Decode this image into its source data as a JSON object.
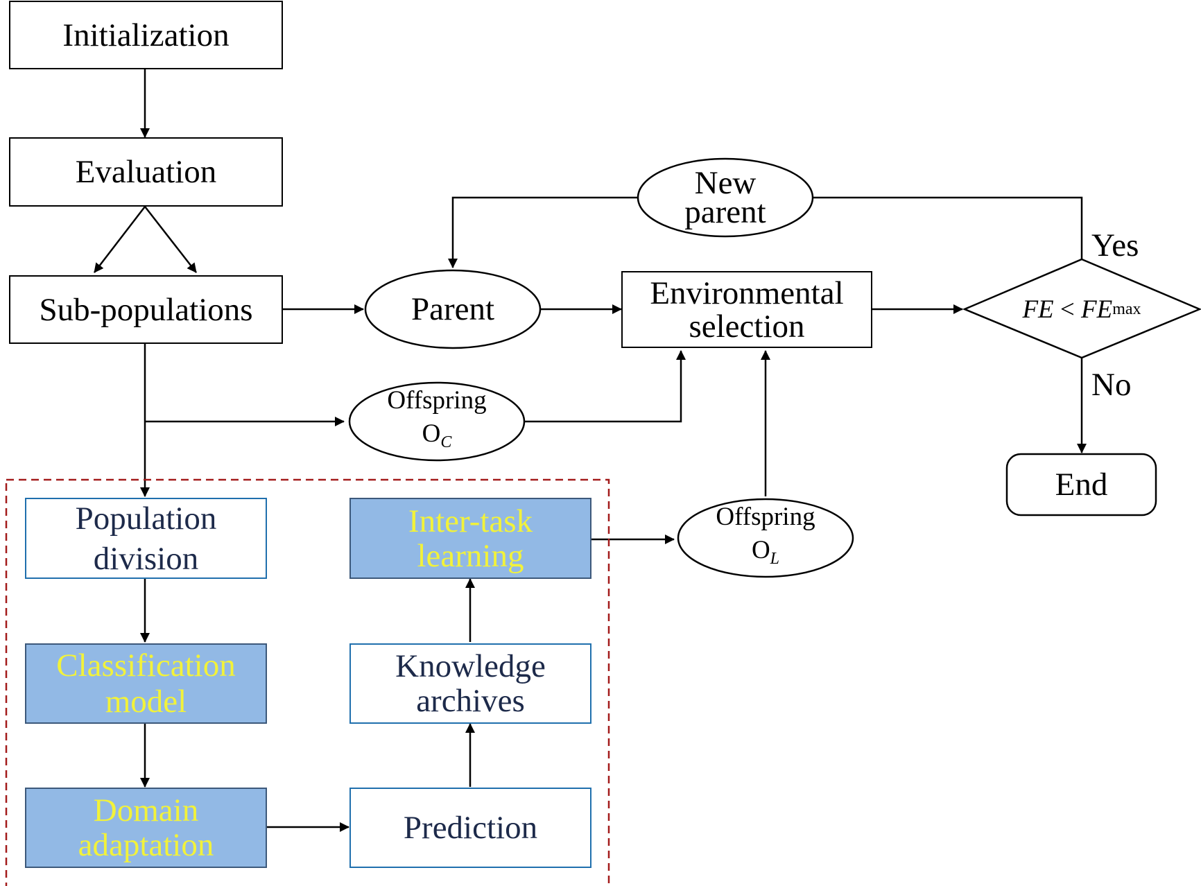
{
  "nodes": {
    "initialization": "Initialization",
    "evaluation": "Evaluation",
    "sub_populations": "Sub-populations",
    "parent": "Parent",
    "new_parent": [
      "New",
      "parent"
    ],
    "environmental_selection": [
      "Environmental",
      "selection"
    ],
    "decision": {
      "left": "FE",
      "op": "<",
      "right": "FE",
      "subscript": "max"
    },
    "end": "End",
    "offspring_c": {
      "line1": "Offspring",
      "letter": "O",
      "subscript": "C"
    },
    "offspring_l": {
      "line1": "Offspring",
      "letter": "O",
      "subscript": "L"
    },
    "population_division": [
      "Population",
      "division"
    ],
    "classification_model": [
      "Classification",
      "model"
    ],
    "domain_adaptation": [
      "Domain",
      "adaptation"
    ],
    "prediction": "Prediction",
    "knowledge_archives": [
      "Knowledge",
      "archives"
    ],
    "inter_task_learning": [
      "Inter-task",
      "learning"
    ]
  },
  "edge_labels": {
    "yes": "Yes",
    "no": "No"
  },
  "colors": {
    "line": "#000000",
    "module_border": "#a31b1b",
    "shaded_fill": "#92b9e5",
    "shaded_text": "#f2f23a",
    "plain_module_text": "#1d2a4a",
    "plain_module_border": "#1f6fad"
  }
}
